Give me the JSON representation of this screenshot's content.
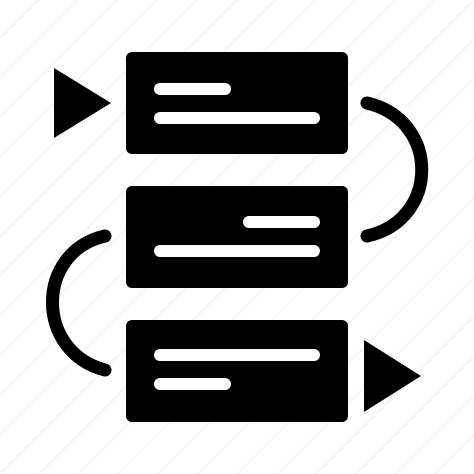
{
  "icon": {
    "name": "workflow-process-icon",
    "color": "#000000",
    "background": "#ffffff",
    "cards": [
      {
        "name": "process-card-1",
        "text_line_count": 2
      },
      {
        "name": "process-card-2",
        "text_line_count": 2
      },
      {
        "name": "process-card-3",
        "text_line_count": 2
      }
    ],
    "arrows": [
      {
        "name": "start-arrow-icon",
        "direction": "right"
      },
      {
        "name": "end-arrow-icon",
        "direction": "right"
      }
    ],
    "connectors": [
      {
        "name": "connector-curve-right",
        "side": "right"
      },
      {
        "name": "connector-curve-left",
        "side": "left"
      }
    ]
  }
}
